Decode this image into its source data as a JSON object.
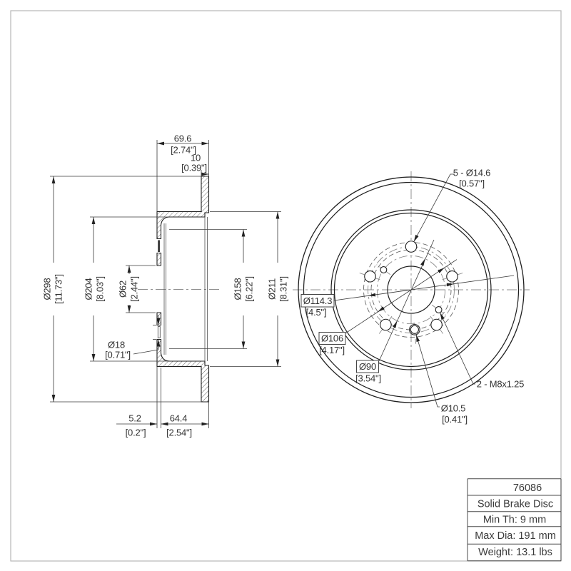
{
  "colors": {
    "background": "#ffffff",
    "line": "#1f1f1f",
    "centerline": "#909090",
    "page_border": "#b8b8b8",
    "text": "#333333"
  },
  "drawing": {
    "section_view": {
      "dim_width": {
        "mm": "69.6",
        "in": "[2.74\"]"
      },
      "dim_thickness": {
        "mm": "10",
        "in": "[0.39\"]"
      },
      "dim_outer_dia": {
        "mm": "Ø298",
        "in": "[11.73\"]"
      },
      "dim_hat_inner_dia": {
        "mm": "Ø204",
        "in": "[8.03\"]"
      },
      "dim_center_bore": {
        "mm": "Ø62",
        "in": "[2.44\"]"
      },
      "dim_lug_hole": {
        "mm": "Ø18",
        "in": "[0.71\"]"
      },
      "dim_inner_opening": {
        "mm": "Ø158",
        "in": "[6.22\"]"
      },
      "dim_hat_outer_dia": {
        "mm": "Ø211",
        "in": "[8.31\"]"
      },
      "dim_flange_thickness": {
        "mm": "5.2",
        "in": "[0.2\"]"
      },
      "dim_hat_depth": {
        "mm": "64.4",
        "in": "[2.54\"]"
      }
    },
    "front_view": {
      "label_lug_holes": {
        "mm": "5 - Ø14.6",
        "in": "[0.57\"]"
      },
      "label_bolt_circle": {
        "mm": "Ø114.3",
        "in": "[4.5\"]"
      },
      "label_hole_circle": {
        "mm": "Ø106",
        "in": "[4.17\"]"
      },
      "label_thread_circle": {
        "mm": "Ø90",
        "in": "[3.54\"]"
      },
      "label_thread_spec": "2 - M8x1.25",
      "label_pilot_hole": {
        "mm": "Ø10.5",
        "in": "[0.41\"]"
      }
    },
    "title_block": {
      "part_number": "76086",
      "description": "Solid Brake Disc",
      "min_thickness": "Min Th: 9 mm",
      "max_diameter": "Max Dia: 191 mm",
      "weight": "Weight: 13.1 lbs"
    }
  }
}
